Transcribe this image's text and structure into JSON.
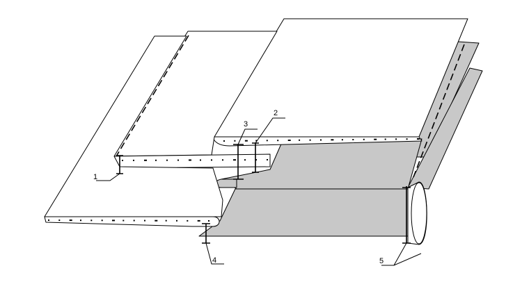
{
  "labels": [
    {
      "id": "1",
      "text": "1"
    },
    {
      "id": "2",
      "text": "2"
    },
    {
      "id": "3",
      "text": "3"
    },
    {
      "id": "4",
      "text": "4"
    },
    {
      "id": "5",
      "text": "5"
    }
  ],
  "colors": {
    "fabric_grey": "#c8c8c8",
    "line": "#000000",
    "background": "#ffffff"
  }
}
